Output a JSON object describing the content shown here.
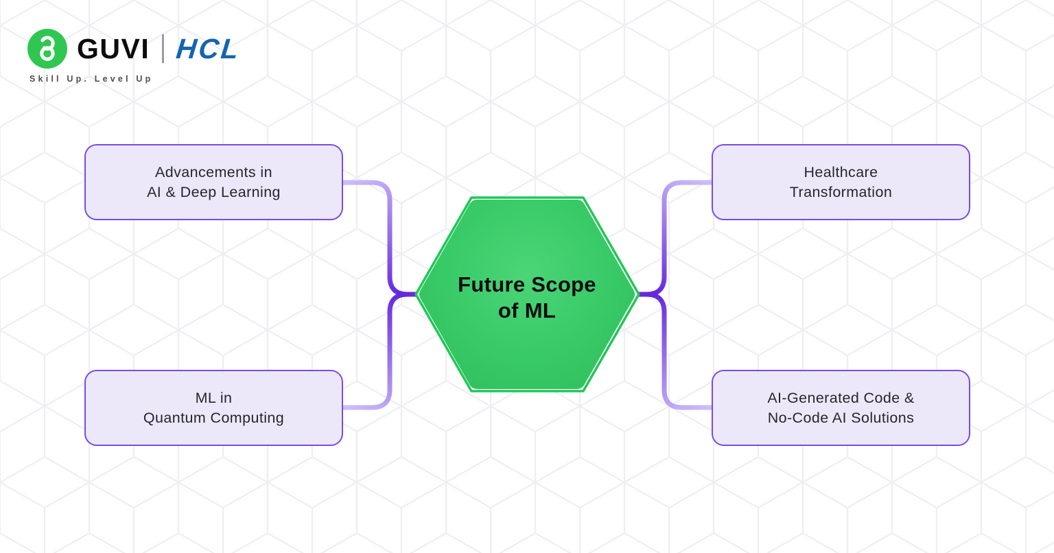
{
  "logo": {
    "brand": "GUVI",
    "partner": "HCL",
    "tagline": "Skill Up. Level Up"
  },
  "diagram": {
    "center": {
      "line1": "Future Scope",
      "line2": "of ML"
    },
    "nodes": [
      {
        "id": "advancements-ai-deep-learning",
        "line1": "Advancements in",
        "line2": "AI & Deep Learning"
      },
      {
        "id": "healthcare-transformation",
        "line1": "Healthcare",
        "line2": "Transformation"
      },
      {
        "id": "ml-in-quantum-computing",
        "line1": "ML in",
        "line2": "Quantum Computing"
      },
      {
        "id": "ai-generated-no-code",
        "line1": "AI-Generated Code &",
        "line2": "No-Code AI Solutions"
      }
    ]
  },
  "colors": {
    "node_fill": "#ece8fa",
    "node_border": "#7a4be0",
    "connector_light": "#cbbdf8",
    "connector_dark": "#6429dd",
    "hex_stroke": "#1fc757",
    "hex_fill_center": "#4bd577",
    "hex_fill_edge": "#2eba57",
    "guvi_green": "#2fc751",
    "hcl_blue": "#1565ae",
    "pattern_line": "#f0eef3"
  }
}
